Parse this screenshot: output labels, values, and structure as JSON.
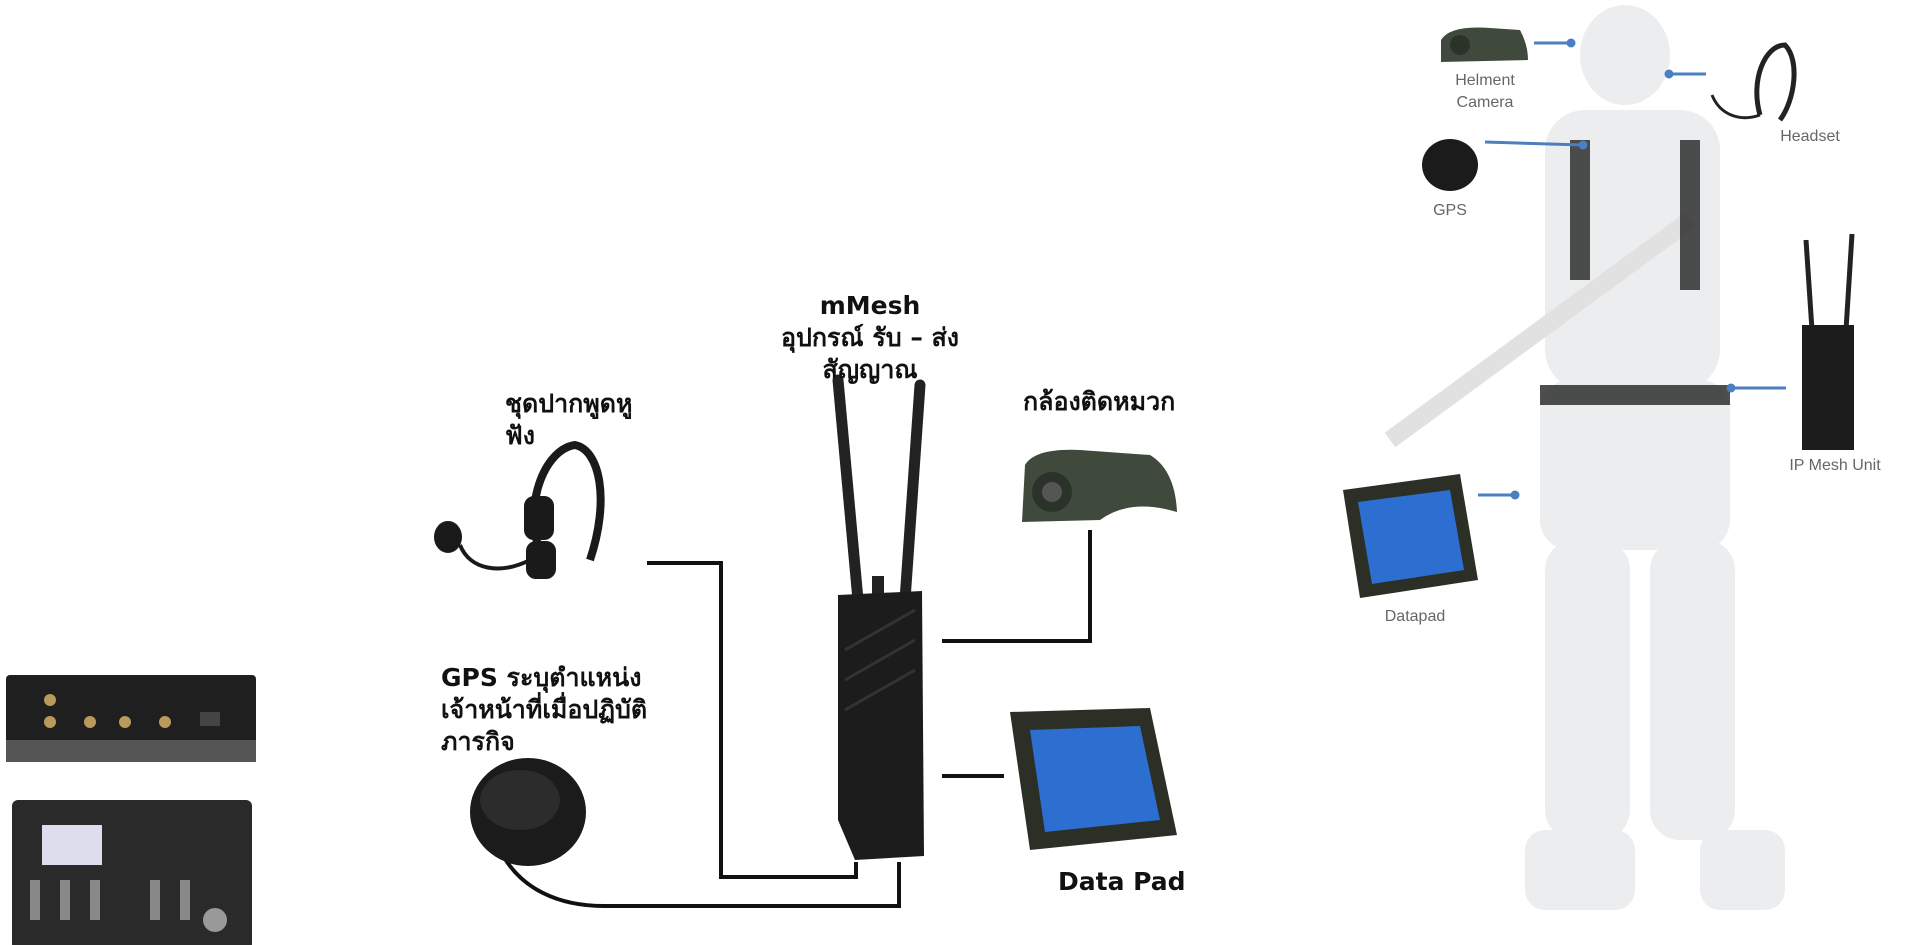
{
  "diagram": {
    "mmesh": {
      "title": "mMesh",
      "line1": "อุปกรณ์ รับ – ส่ง",
      "line2": "สัญญาณ"
    },
    "headset_label": {
      "line1": "ชุดปากพูดหู",
      "line2": "ฟัง"
    },
    "camera_label": "กล้องติดหมวก",
    "gps_label": {
      "line1": "GPS ระบุตำแหน่ง",
      "line2": "เจ้าหน้าที่เมื่อปฏิบัติ",
      "line3": "ภารกิจ"
    },
    "datapad_label": "Data Pad"
  },
  "soldier_callouts": {
    "helmet_camera": {
      "line1": "Helment",
      "line2": "Camera"
    },
    "headset": "Headset",
    "gps": "GPS",
    "ip_mesh_unit": "IP Mesh Unit",
    "datapad": "Datapad"
  },
  "colors": {
    "callout_line": "#4a7fc1",
    "device": "#1c1c1c",
    "cable": "#111111"
  }
}
